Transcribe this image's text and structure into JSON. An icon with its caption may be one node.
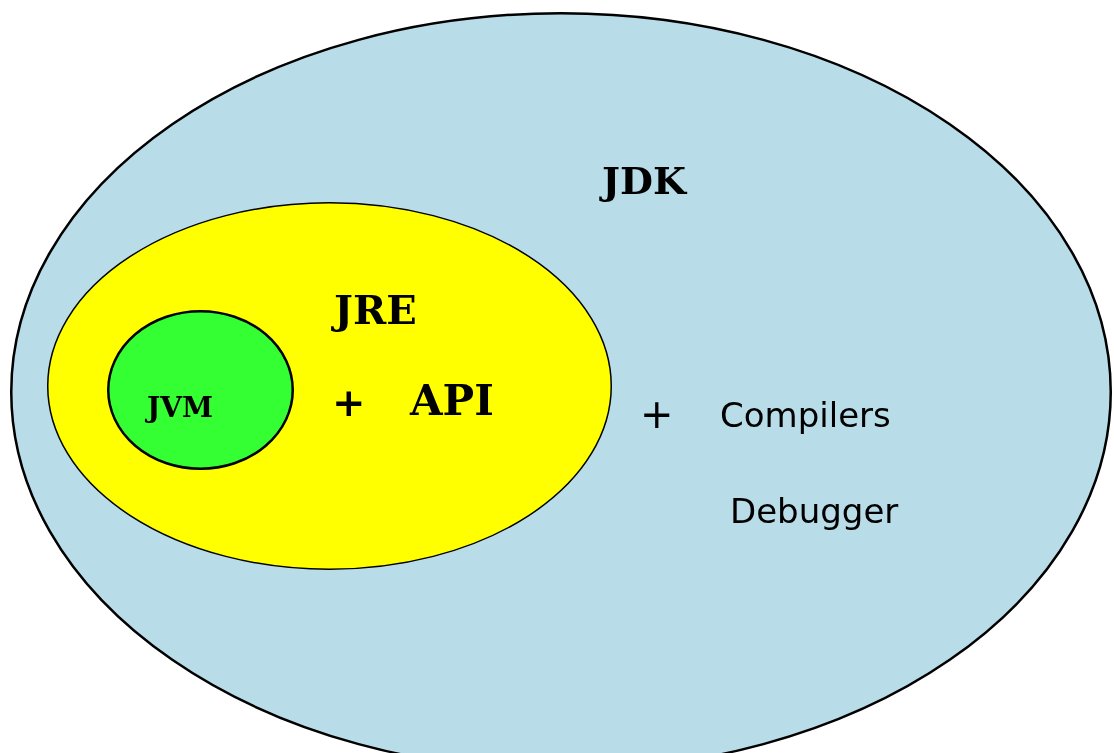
{
  "diagram": {
    "nodes": [
      {
        "text": [
          "JDK",
          "+",
          "Compilers",
          "Debugger"
        ]
      },
      {
        "text": [
          "JRE",
          "+",
          "API"
        ],
        "in": 0
      },
      {
        "text": [
          "JVM"
        ],
        "in": 1
      }
    ]
  }
}
